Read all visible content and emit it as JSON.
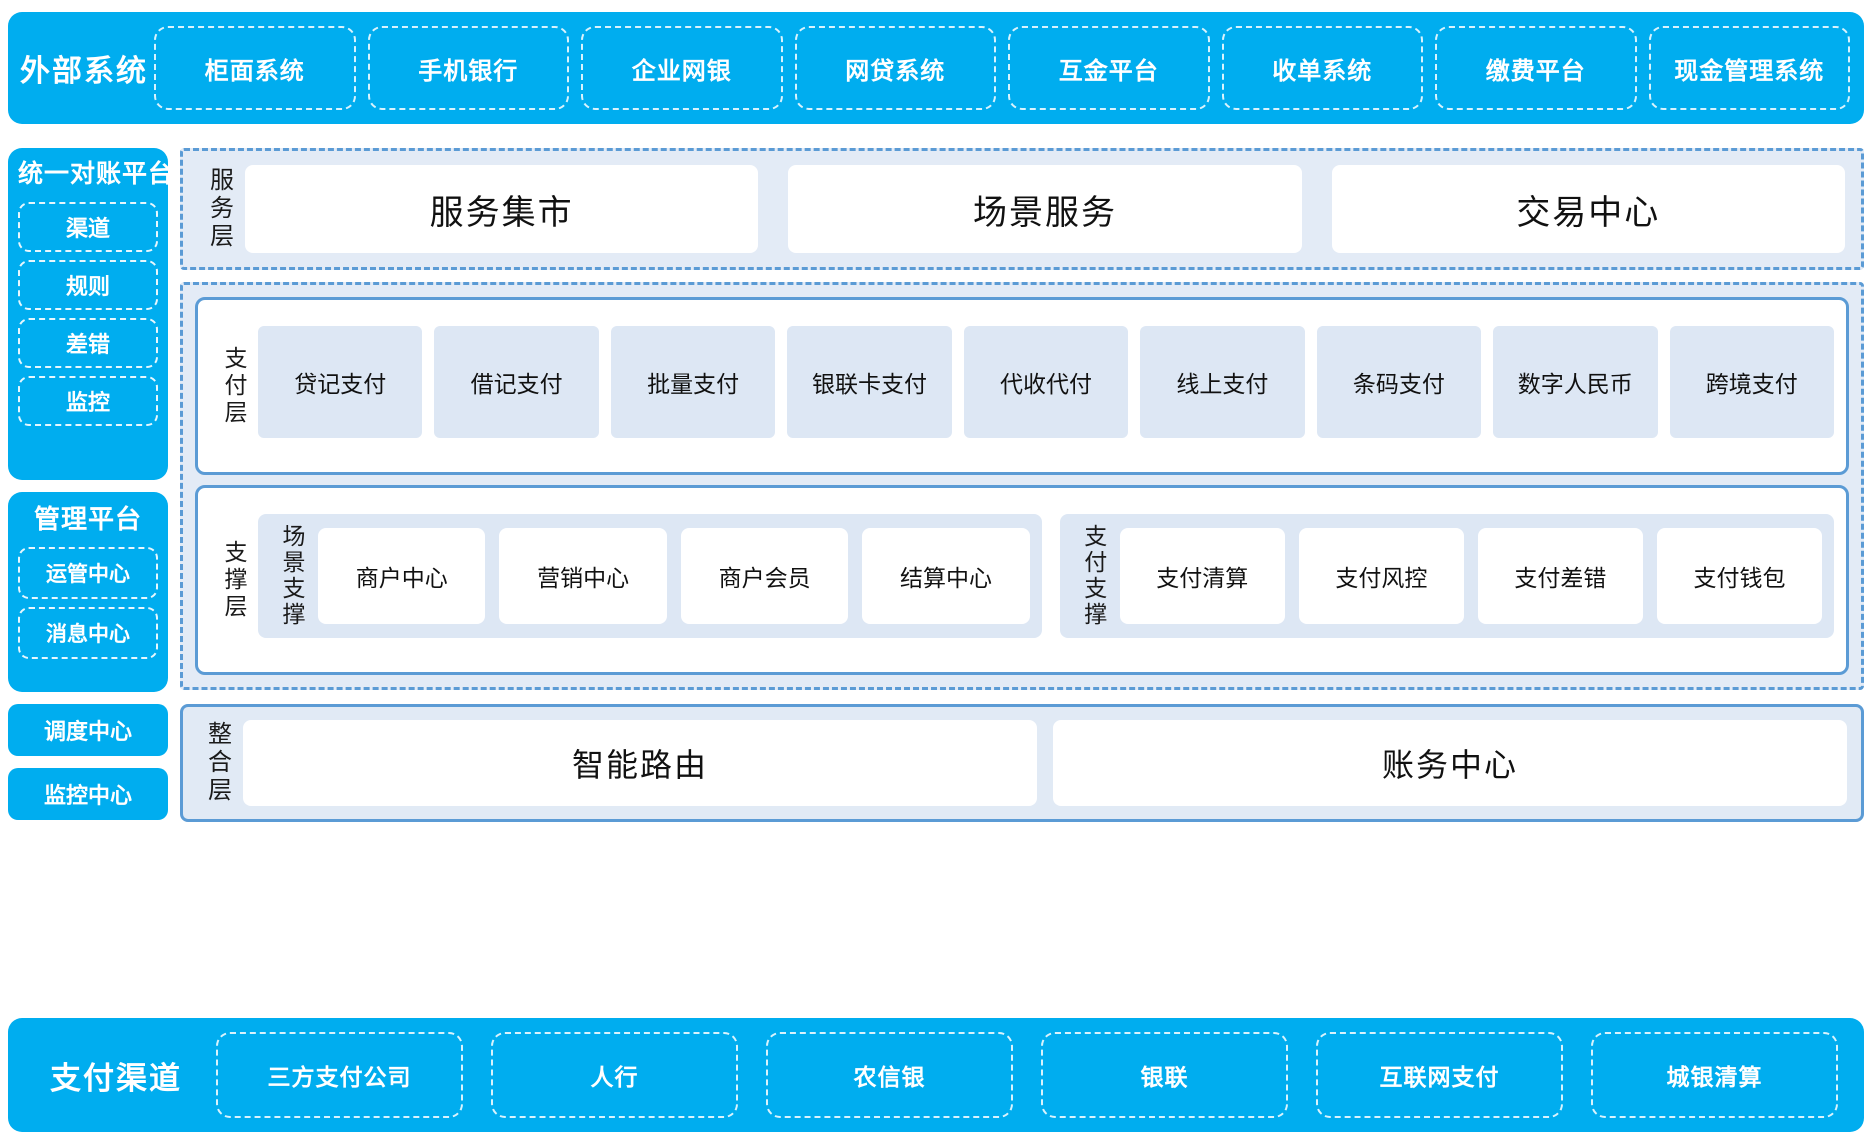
{
  "colors": {
    "brand_blue": "#00ADEF",
    "panel_border_blue": "#5B9BD5",
    "chip_light_blue": "#DDE7F4",
    "zone_bg": "#E3EBF6",
    "white": "#FFFFFF"
  },
  "external_systems": {
    "title": "外部系统",
    "items": [
      {
        "label": "柜面系统"
      },
      {
        "label": "手机银行"
      },
      {
        "label": "企业网银"
      },
      {
        "label": "网贷系统"
      },
      {
        "label": "互金平台"
      },
      {
        "label": "收单系统"
      },
      {
        "label": "缴费平台"
      },
      {
        "label": "现金管理系统"
      }
    ]
  },
  "sidebar": {
    "reconciliation": {
      "title": "统一对账平台",
      "items": [
        {
          "label": "渠道"
        },
        {
          "label": "规则"
        },
        {
          "label": "差错"
        },
        {
          "label": "监控"
        }
      ]
    },
    "management": {
      "title": "管理平台",
      "items": [
        {
          "label": "运管中心"
        },
        {
          "label": "消息中心"
        }
      ]
    },
    "standalone": [
      {
        "label": "调度中心"
      },
      {
        "label": "监控中心"
      }
    ]
  },
  "service_layer": {
    "label": "服务层",
    "cards": [
      {
        "label": "服务集市"
      },
      {
        "label": "场景服务"
      },
      {
        "label": "交易中心"
      }
    ]
  },
  "payment_layer": {
    "label": "支付层",
    "items": [
      {
        "label": "贷记支付"
      },
      {
        "label": "借记支付"
      },
      {
        "label": "批量支付"
      },
      {
        "label": "银联卡支付"
      },
      {
        "label": "代收代付"
      },
      {
        "label": "线上支付"
      },
      {
        "label": "条码支付"
      },
      {
        "label": "数字人民币"
      },
      {
        "label": "跨境支付"
      }
    ]
  },
  "support_layer": {
    "label": "支撑层",
    "groups": [
      {
        "label": "场景支撑",
        "cards": [
          {
            "label": "商户中心"
          },
          {
            "label": "营销中心"
          },
          {
            "label": "商户会员"
          },
          {
            "label": "结算中心"
          }
        ]
      },
      {
        "label": "支付支撑",
        "cards": [
          {
            "label": "支付清算"
          },
          {
            "label": "支付风控"
          },
          {
            "label": "支付差错"
          },
          {
            "label": "支付钱包"
          }
        ]
      }
    ]
  },
  "integration_layer": {
    "label": "整合层",
    "cards": [
      {
        "label": "智能路由"
      },
      {
        "label": "账务中心"
      }
    ]
  },
  "payment_channels": {
    "title": "支付渠道",
    "items": [
      {
        "label": "三方支付公司"
      },
      {
        "label": "人行"
      },
      {
        "label": "农信银"
      },
      {
        "label": "银联"
      },
      {
        "label": "互联网支付"
      },
      {
        "label": "城银清算"
      }
    ]
  }
}
